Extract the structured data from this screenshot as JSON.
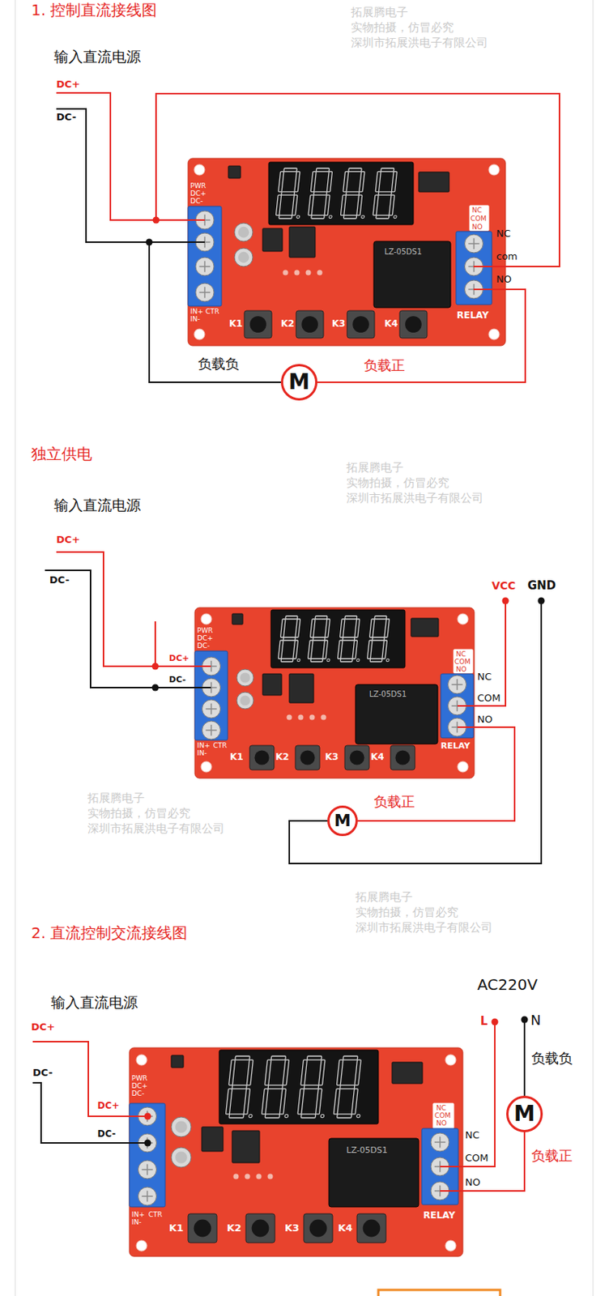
{
  "diagram": {
    "nodes": [
      {
        "text": [
          "M"
        ]
      },
      {
        "text": [
          "M"
        ]
      },
      {
        "text": [
          "M"
        ]
      }
    ],
    "labels": [
      "1. 控制直流接线图",
      "输入直流电源",
      "DC+",
      "DC-",
      "PWR",
      "DC+",
      "DC-",
      "IN+",
      "IN-",
      "CTR",
      "NC",
      "COM",
      "NO",
      "LZ-05DS1",
      "RELAY",
      "K1",
      "K2",
      "K3",
      "K4",
      "NC",
      "com",
      "NO",
      "负载负",
      "负载正",
      "独立供电",
      "输入直流电源",
      "DC+",
      "DC-",
      "DC+",
      "DC-",
      "PWR",
      "DC+",
      "DC-",
      "IN+",
      "IN-",
      "CTR",
      "NC",
      "COM",
      "NO",
      "LZ-05DS1",
      "RELAY",
      "K1",
      "K2",
      "K3",
      "K4",
      "NC",
      "COM",
      "NO",
      "VCC",
      "GND",
      "负载正",
      "2. 直流控制交流接线图",
      "输入直流电源",
      "DC+",
      "DC-",
      "DC+",
      "DC-",
      "PWR",
      "DC+",
      "DC-",
      "IN+",
      "IN-",
      "CTR",
      "NC",
      "COM",
      "NO",
      "LZ-05DS1",
      "RELAY",
      "K1",
      "K2",
      "K3",
      "K4",
      "NC",
      "COM",
      "NO",
      "AC220V",
      "L",
      "N",
      "负载负",
      "负载正",
      "拓展腾电子",
      "实物拍摄，仿冒必究",
      "深圳市拓展洪电子有限公司",
      "拓展腾电子",
      "实物拍摄，仿冒必究",
      "深圳市拓展洪电子有限公司",
      "拓展腾电子",
      "实物拍摄，仿冒必究",
      "深圳市拓展洪电子有限公司",
      "拓展腾电子",
      "实物拍摄，仿冒必究",
      "深圳市拓展洪电子有限公司"
    ]
  }
}
